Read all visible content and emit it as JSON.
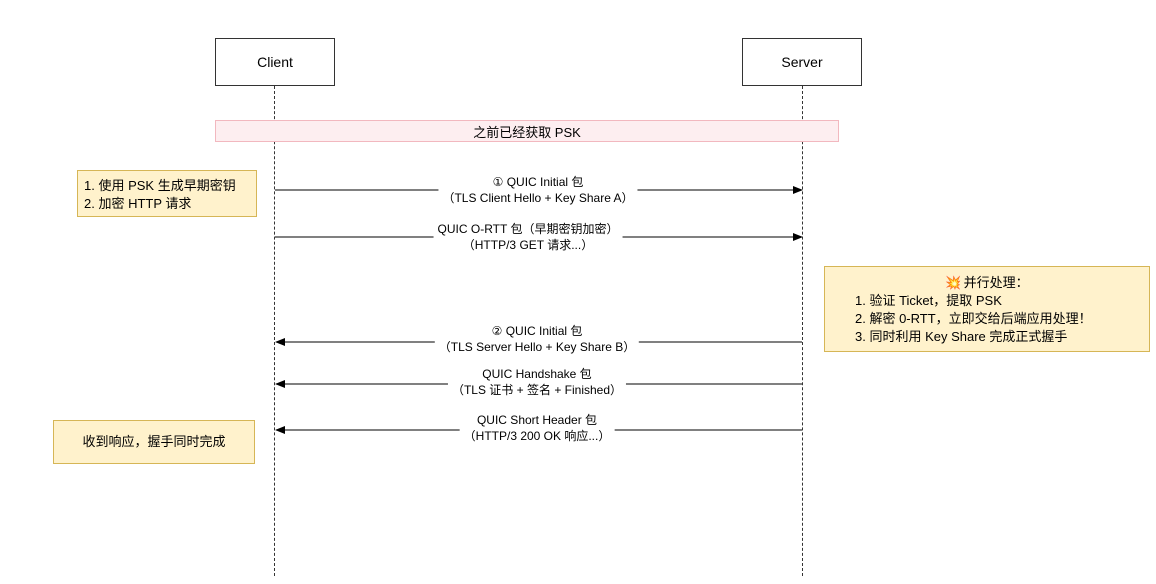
{
  "participants": {
    "client": "Client",
    "server": "Server"
  },
  "banner": "之前已经获取 PSK",
  "messages": [
    {
      "line1": "① QUIC Initial 包",
      "line2": "（TLS Client Hello + Key Share A）",
      "direction": "client-to-server"
    },
    {
      "line1": "QUIC O-RTT 包（早期密钥加密）",
      "line2": "（HTTP/3 GET 请求...）",
      "direction": "client-to-server"
    },
    {
      "line1": "② QUIC Initial 包",
      "line2": "（TLS Server Hello + Key Share B）",
      "direction": "server-to-client"
    },
    {
      "line1": "QUIC Handshake 包",
      "line2": "（TLS 证书 + 签名 + Finished）",
      "direction": "server-to-client"
    },
    {
      "line1": "QUIC Short Header 包",
      "line2": "（HTTP/3 200 OK 响应...）",
      "direction": "server-to-client"
    }
  ],
  "notes": {
    "client_prep": [
      "1. 使用 PSK 生成早期密钥",
      "2. 加密 HTTP 请求"
    ],
    "server_parallel": {
      "icon": "collision-icon",
      "title": "并行处理：",
      "items": [
        "1. 验证 Ticket，提取 PSK",
        "2. 解密 0-RTT，立即交给后端应用处理！",
        "3. 同时利用 Key Share 完成正式握手"
      ]
    },
    "client_done": "收到响应，握手同时完成"
  },
  "colors": {
    "note_fill": "#fff2cc",
    "note_border": "#d6b656",
    "banner_fill": "#fdeef0",
    "banner_border": "#f2b8bf",
    "line": "#333333"
  }
}
